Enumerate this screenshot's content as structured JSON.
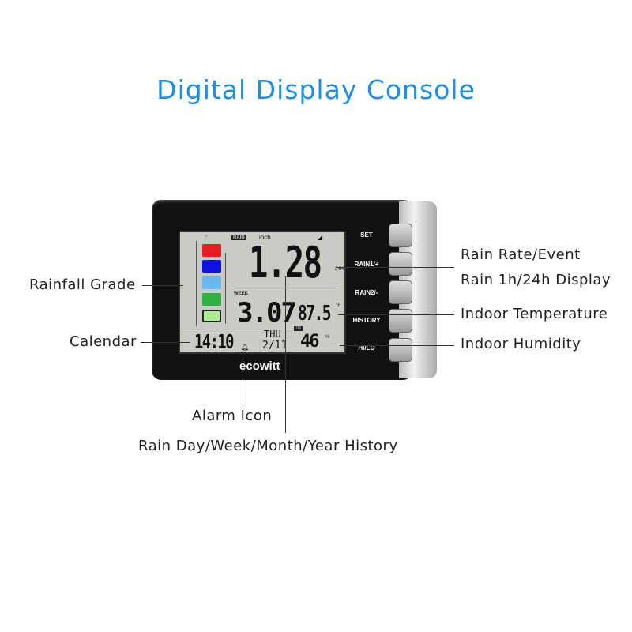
{
  "title": "Digital Display Console",
  "callouts": {
    "rainfall_grade": "Rainfall Grade",
    "calendar": "Calendar",
    "rain_rate": "Rain Rate/Event",
    "rain_display": "Rain 1h/24h Display",
    "indoor_temp": "Indoor Temperature",
    "indoor_humidity": "Indoor Humidity",
    "alarm_icon": "Alarm Icon",
    "rain_history": "Rain Day/Week/Month/Year History"
  },
  "buttons": [
    "SET",
    "RAIN1/+",
    "RAIN2/-",
    "HISTORY",
    "HI/LO"
  ],
  "brand": "ecowitt",
  "lcd": {
    "rain_badge": "RAIN",
    "unit": "inch",
    "main_value": "1.28",
    "main_suffix": "24H",
    "period": "WEEK",
    "history_value": "3.07",
    "temp": "87.5",
    "temp_unit": "°F",
    "in_badge": "IN",
    "humidity": "46",
    "humidity_unit": "%",
    "time": "14:10",
    "day": "THU",
    "date": "2/11",
    "grade_colors": [
      "#e02020",
      "#1010e0",
      "#6ab8f0",
      "#30b040",
      "#a8f090"
    ]
  }
}
